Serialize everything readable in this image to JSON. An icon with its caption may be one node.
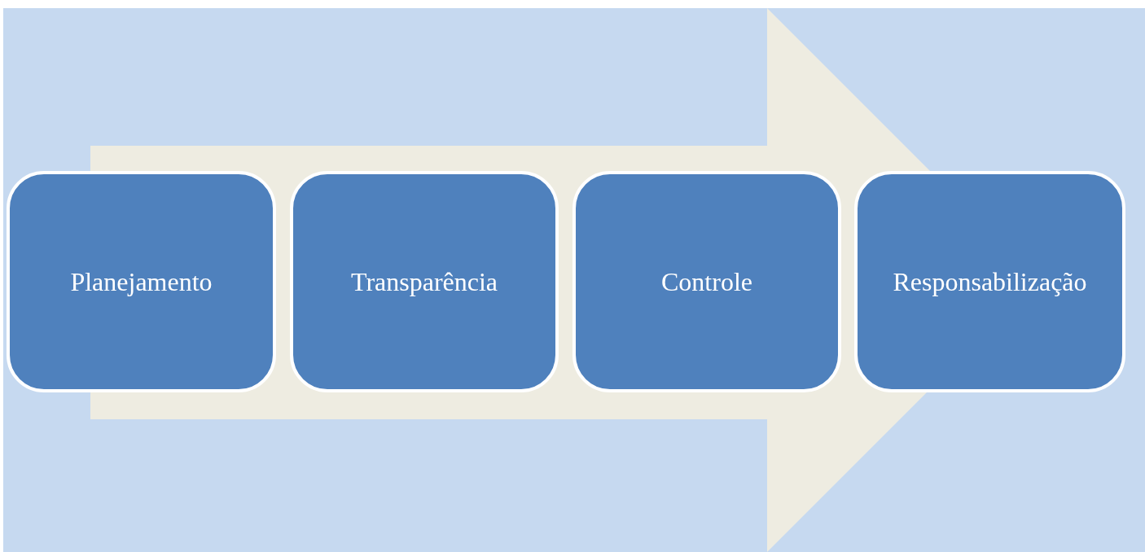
{
  "diagram": {
    "nodes": [
      {
        "text": [
          "Planejamento"
        ]
      },
      {
        "text": [
          "Transparência"
        ]
      },
      {
        "text": [
          "Controle"
        ]
      },
      {
        "text": [
          "Responsabilização"
        ]
      }
    ],
    "edges": [
      {
        "from": 0,
        "to": 3,
        "arrow": "to"
      }
    ]
  }
}
